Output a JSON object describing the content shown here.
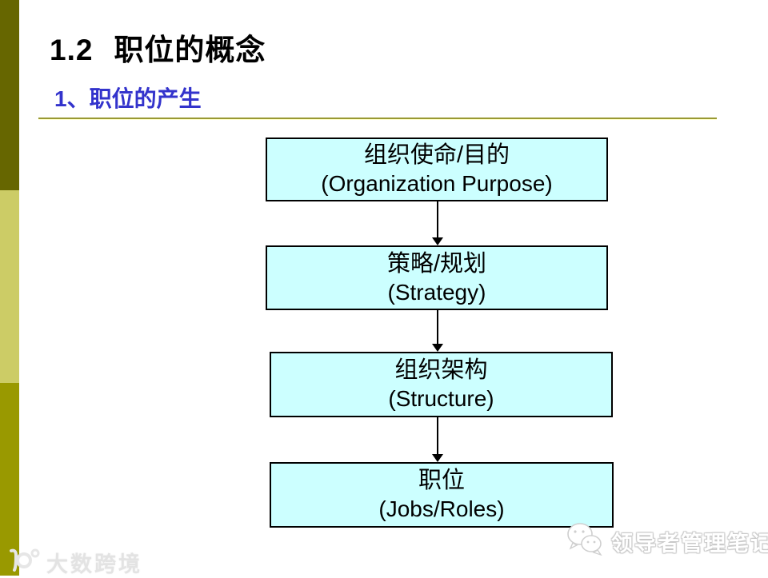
{
  "slide": {
    "title_number": "1.2",
    "title_text": "职位的概念",
    "subtitle": "1、职位的产生"
  },
  "flowchart": {
    "type": "vertical-flow",
    "boxes": [
      {
        "zh": "组织使命/目的",
        "en": "(Organization Purpose)"
      },
      {
        "zh": "策略/规划",
        "en": "(Strategy)"
      },
      {
        "zh": "组织架构",
        "en": "(Structure)"
      },
      {
        "zh": "职位",
        "en": "(Jobs/Roles)"
      }
    ],
    "box_fill": "#CCFFFF",
    "box_border": "#000000"
  },
  "watermarks": {
    "bottom_left": {
      "icon": "dashu-logo-icon",
      "text": "大数跨境"
    },
    "bottom_right": {
      "icon": "wechat-bubbles-icon",
      "text": "领导者管理笔记"
    }
  },
  "colors": {
    "sidebar_top": "#666600",
    "sidebar_middle": "#CCCC66",
    "sidebar_bottom": "#999900",
    "subtitle_blue": "#3333CC",
    "divider_olive": "#999933",
    "divider_light": "#FFFFCC"
  }
}
